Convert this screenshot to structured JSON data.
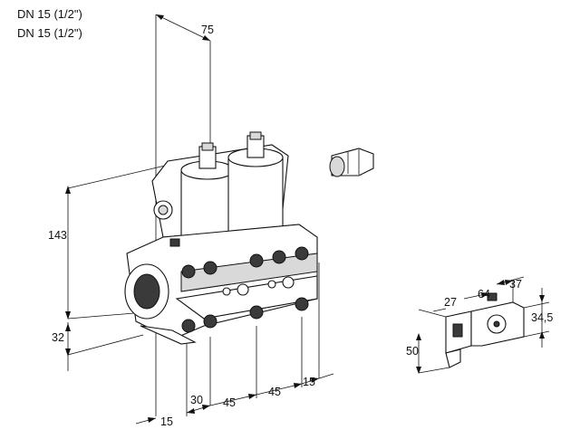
{
  "header": {
    "line1": "DN 15 (1/2\")",
    "line2": "DN 15 (1/2\")"
  },
  "dimensions": {
    "d75": "75",
    "d143": "143",
    "d32": "32",
    "d30": "30",
    "d45a": "45",
    "d45b": "45",
    "d15a": "15",
    "d15b": "15",
    "d27": "27",
    "d64": "64",
    "d37": "37",
    "d34_5": "34,5",
    "d50": "50"
  }
}
